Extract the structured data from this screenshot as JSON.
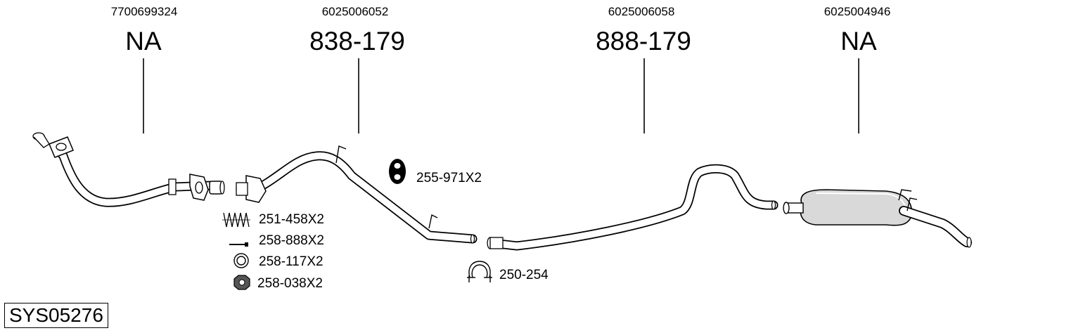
{
  "parts": [
    {
      "oem": "7700699324",
      "ref": "NA"
    },
    {
      "oem": "6025006052",
      "ref": "838-179"
    },
    {
      "oem": "6025006058",
      "ref": "888-179"
    },
    {
      "oem": "6025004946",
      "ref": "NA"
    }
  ],
  "accessories": [
    {
      "label": "255-971X2",
      "icon": "rubber-hanger-icon"
    },
    {
      "label": "251-458X2",
      "icon": "spring-icon"
    },
    {
      "label": "258-888X2",
      "icon": "bolt-icon"
    },
    {
      "label": "258-117X2",
      "icon": "gasket-ring-icon"
    },
    {
      "label": "258-038X2",
      "icon": "nut-icon"
    },
    {
      "label": "250-254",
      "icon": "clamp-icon"
    }
  ],
  "system_id": "SYS05276"
}
